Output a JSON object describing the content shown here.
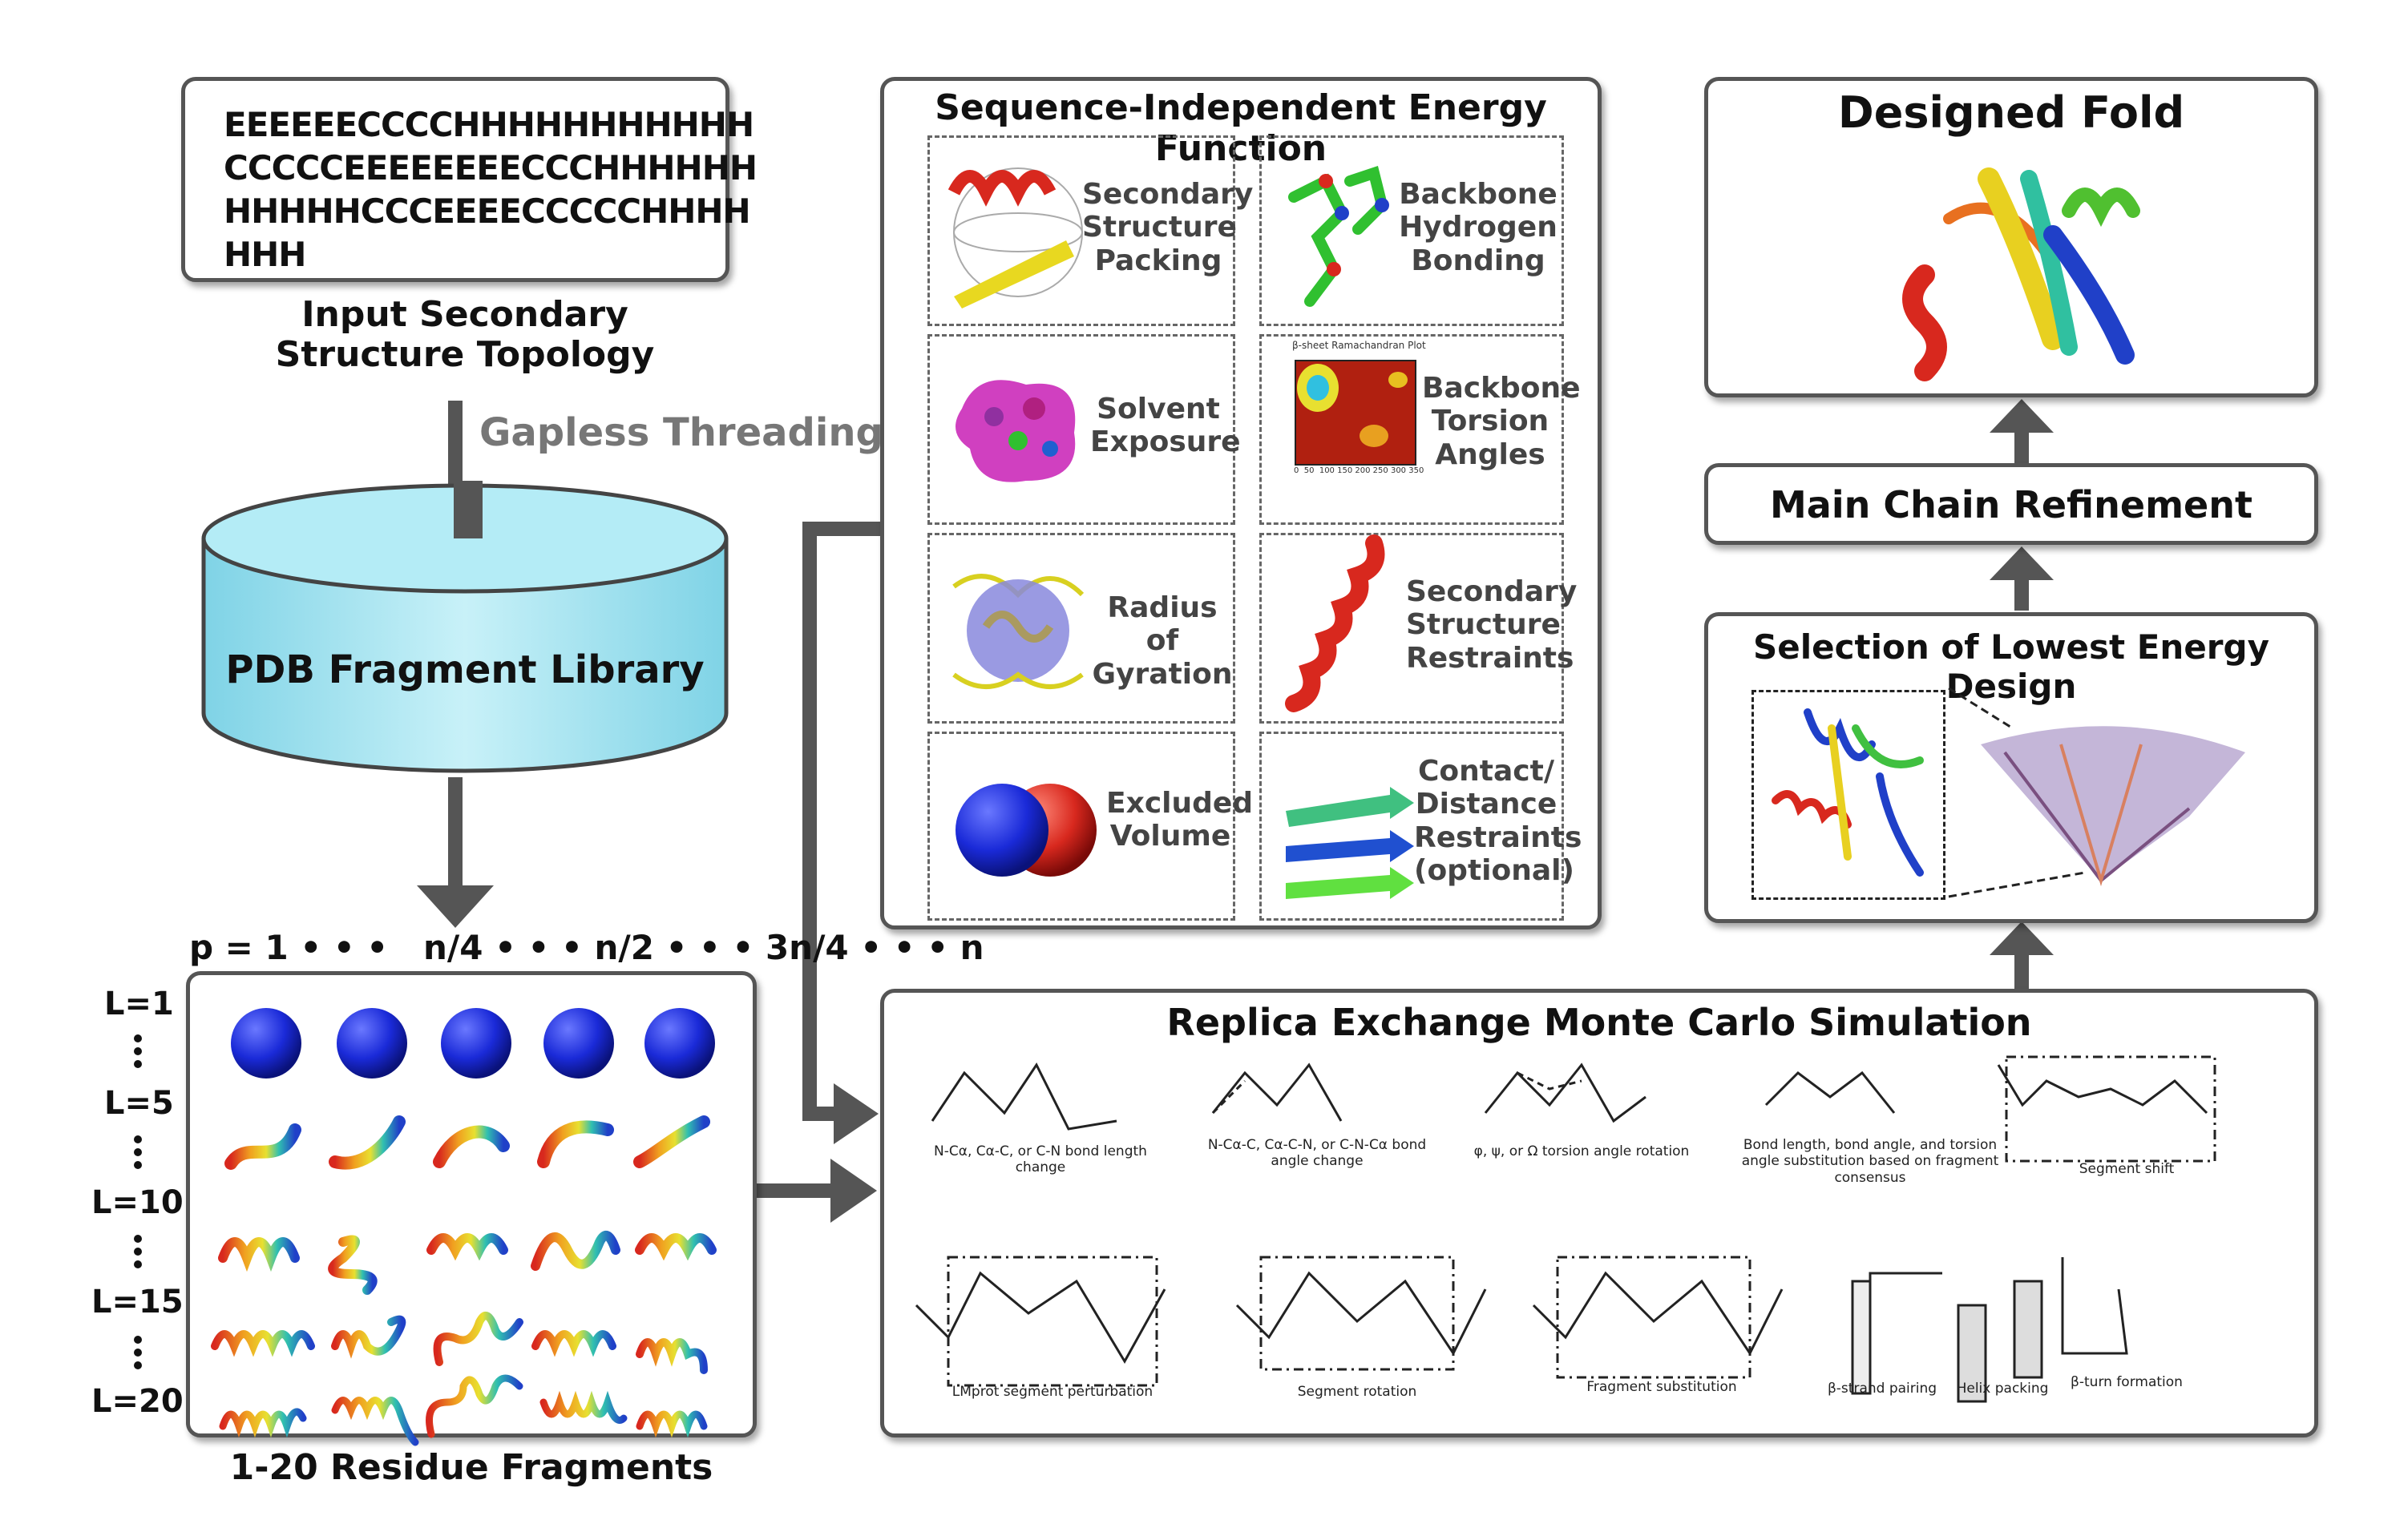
{
  "input": {
    "seq_lines": [
      "EEEEEECCCCHHHHHHHHHHH",
      "CCCCCEEEEEEEECCCHHHHHH",
      "HHHHHCCCEEEECCCCCHHHH",
      "HHH"
    ],
    "label": "Input Secondary Structure Topology"
  },
  "threading_label": "Gapless Threading",
  "library_label": "PDB Fragment Library",
  "fragments": {
    "positions_label": "p = 1 • • •   n/4 • • • n/2 • • • 3n/4 • • • n",
    "lengths": [
      "L=1",
      "L=5",
      "L=10",
      "L=15",
      "L=20"
    ],
    "caption": "1-20 Residue Fragments"
  },
  "energy": {
    "title": "Sequence-Independent Energy Function",
    "terms": [
      {
        "label": "Secondary Structure Packing"
      },
      {
        "label": "Backbone Hydrogen Bonding"
      },
      {
        "label": "Solvent Exposure"
      },
      {
        "label": "Backbone Torsion Angles",
        "plot_title": "β-sheet Ramachandran Plot",
        "ticks": [
          "0",
          "50",
          "100",
          "150",
          "200",
          "250",
          "300",
          "350"
        ]
      },
      {
        "label": "Radius of Gyration"
      },
      {
        "label": "Secondary Structure Restraints"
      },
      {
        "label": "Excluded Volume"
      },
      {
        "label": "Contact/ Distance Restraints (optional)"
      }
    ]
  },
  "remc": {
    "title": "Replica Exchange Monte Carlo Simulation",
    "moves": [
      "N-Cα, Cα-C, or C-N bond length change",
      "N-Cα-C, Cα-C-N, or C-N-Cα bond angle change",
      "φ, ψ, or Ω torsion angle rotation",
      "Bond length, bond angle, and torsion angle substitution based on fragment consensus",
      "Segment shift",
      "LMprot segment perturbation",
      "Segment rotation",
      "Fragment substitution",
      "β-strand pairing",
      "Helix packing",
      "β-turn formation"
    ]
  },
  "selection_title": "Selection of Lowest Energy Design",
  "refinement_title": "Main Chain Refinement",
  "designed_title": "Designed Fold",
  "colors": {
    "border": "#555555",
    "cylinder": "#a8e6f2",
    "arrow": "#555555",
    "sphere": "#1a2ad8",
    "red": "#d8281e"
  }
}
